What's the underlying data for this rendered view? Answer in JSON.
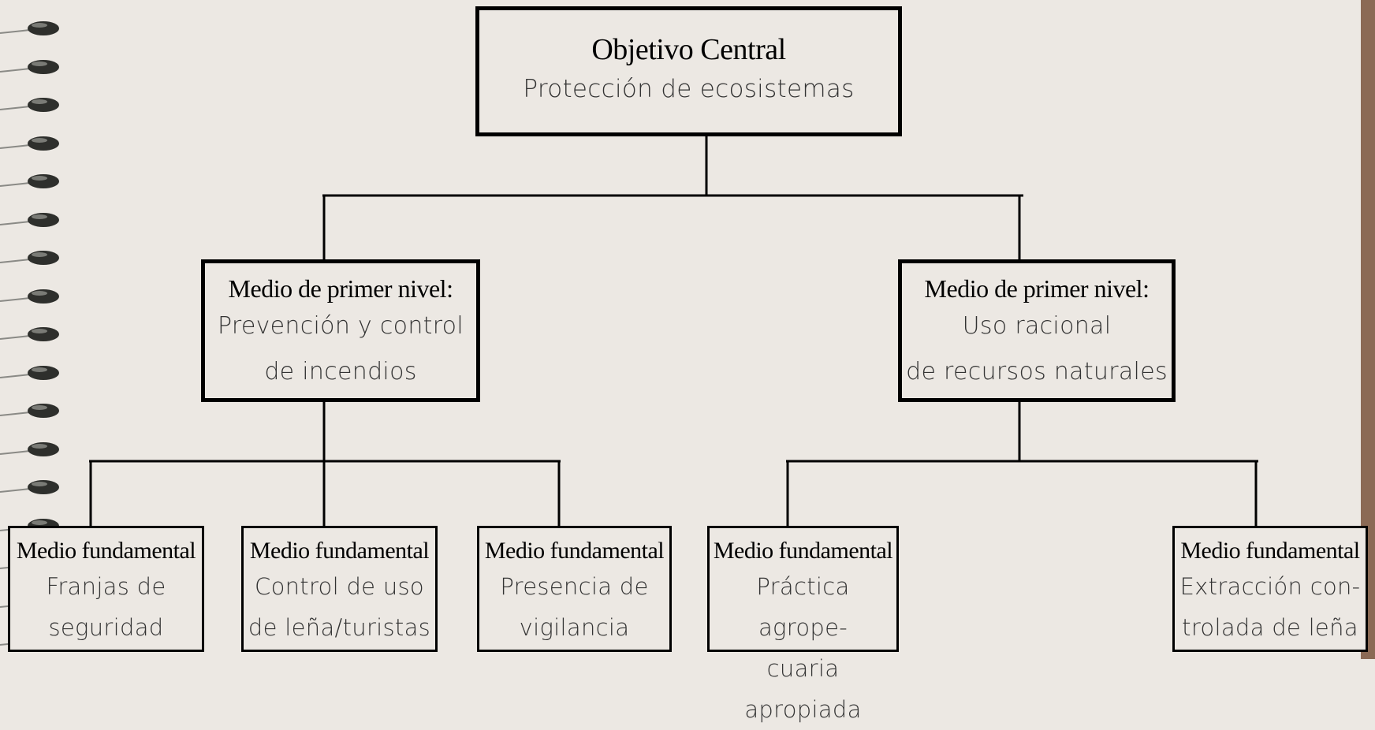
{
  "diagram": {
    "root": {
      "title": "Objetivo Central",
      "body": "Protección de ecosistemas"
    },
    "middle": [
      {
        "title": "Medio de primer nivel:",
        "lines": [
          "Prevención y control",
          "de incendios"
        ]
      },
      {
        "title": "Medio de primer nivel:",
        "lines": [
          "Uso racional",
          "de recursos naturales"
        ]
      }
    ],
    "leaves": [
      {
        "title": "Medio fundamental",
        "lines": [
          "Franjas de",
          "seguridad"
        ]
      },
      {
        "title": "Medio fundamental",
        "lines": [
          "Control de uso",
          "de leña/turistas"
        ]
      },
      {
        "title": "Medio fundamental",
        "lines": [
          "Presencia de",
          "vigilancia"
        ]
      },
      {
        "title": "Medio fundamental",
        "lines": [
          "Práctica agrope-",
          "cuaria apropiada"
        ]
      },
      {
        "title": "Medio fundamental",
        "lines": [
          "Extracción con-",
          "trolada de leña"
        ]
      }
    ]
  },
  "colors": {
    "background": "#ece8e3",
    "ink": "#000000",
    "side_strip": "#8b6a55"
  }
}
